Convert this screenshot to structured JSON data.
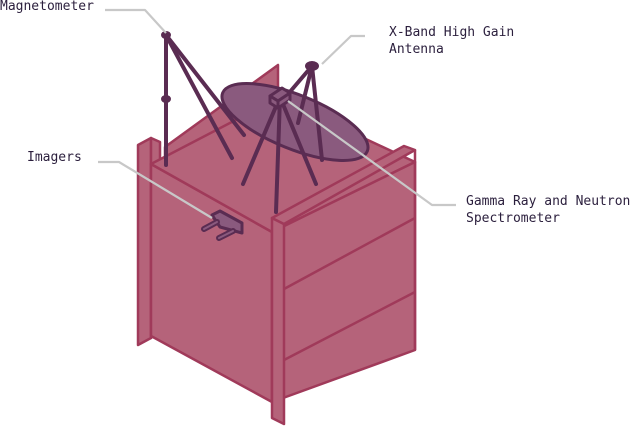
{
  "diagram": {
    "labels": {
      "magnetometer": "Magnetometer",
      "xband_line1": "X-Band High Gain",
      "xband_line2": "Antenna",
      "imagers": "Imagers",
      "grns_line1": "Gamma Ray and Neutron",
      "grns_line2": "Spectrometer"
    },
    "colors": {
      "body_fill": "#b5637a",
      "body_stroke": "#a03a5a",
      "instrument_dark": "#5a2c52",
      "dish_fill": "#8a5a7e",
      "leader_line": "#c8c8c8",
      "text": "#2b1f3d"
    }
  }
}
